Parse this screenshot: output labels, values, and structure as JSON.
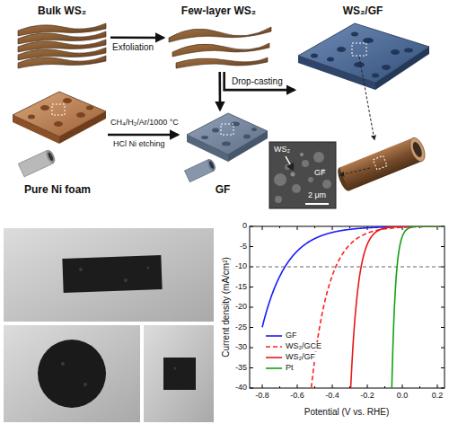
{
  "diagram": {
    "nodes": [
      {
        "text": [
          "Bulk WS₂"
        ]
      },
      {
        "text": [
          "Few-layer WS₂"
        ]
      },
      {
        "text": [
          "WS₂/GF"
        ]
      },
      {
        "text": [
          "Pure Ni foam"
        ]
      },
      {
        "text": [
          "GF"
        ]
      }
    ],
    "edges": [
      {
        "from": 0,
        "to": 1,
        "arrow": "to",
        "label": "Exfoliation"
      },
      {
        "from": 1,
        "to": 4,
        "arrow": "to",
        "label": "Drop-casting"
      },
      {
        "from": 1,
        "to": 2,
        "arrow": "to"
      },
      {
        "from": 3,
        "to": 4,
        "arrow": "to",
        "label": "CH₄/H₂/Ar/1000 °C"
      }
    ],
    "labels": [
      "HCl Ni etching",
      "WS₂",
      "GF",
      "2 μm",
      "Current density (mA/cm²)",
      "0",
      "-5",
      "-10",
      "-15",
      "-20",
      "-25",
      "-30",
      "-35",
      "-40",
      "-0.8",
      "-0.6",
      "-0.4",
      "-0.2",
      "0.0",
      "0.2",
      "Potential (V vs. RHE)"
    ],
    "legend": [
      {
        "text": "GF"
      },
      {
        "text": "WS₂/GCE"
      },
      {
        "text": "WS₂/GF"
      },
      {
        "text": "Pt"
      }
    ]
  }
}
